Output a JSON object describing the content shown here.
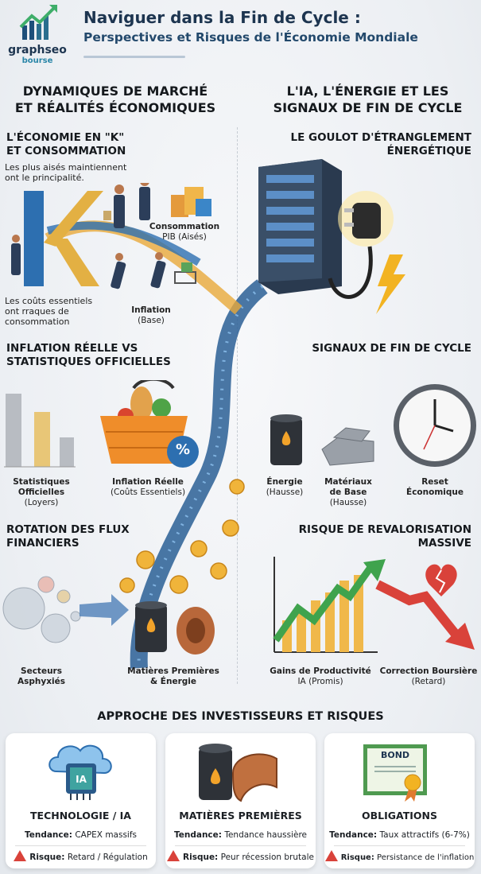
{
  "header": {
    "logo": {
      "name": "graphseo",
      "sub": "bourse"
    },
    "title": "Naviguer dans la Fin de Cycle :",
    "subtitle": "Perspectives et Risques de l'Économie Mondiale"
  },
  "left": {
    "heading": [
      "DYNAMIQUES DE MARCHÉ",
      "ET RÉALITÉS ÉCONOMIQUES"
    ],
    "k_economy": {
      "title": [
        "L'ÉCONOMIE EN \"K\"",
        "ET CONSOMMATION"
      ],
      "desc": [
        "Les plus aisés maintiennent",
        "ont le principalité."
      ],
      "top_label": {
        "bold": "Consommation",
        "rest": "PIB (Aisés)"
      },
      "bottom_desc": [
        "Les coûts essentiels",
        "ont rraques de",
        "consommation"
      ],
      "bottom_label": {
        "bold": "Inflation",
        "rest": "(Base)"
      }
    },
    "inflation": {
      "title": [
        "INFLATION RÉELLE VS",
        "STATISTIQUES OFFICIELLES"
      ],
      "labels": [
        {
          "bold": "Statistiques",
          "bold2": "Officielles",
          "rest": "(Loyers)"
        },
        {
          "bold": "Inflation Réelle",
          "rest": "(Coûts Essentiels)"
        }
      ],
      "basket_badge": "%"
    },
    "rotation": {
      "title": [
        "ROTATION DES FLUX",
        "FINANCIERS"
      ],
      "labels": [
        {
          "bold": "Secteurs",
          "bold2": "Asphyxiés"
        },
        {
          "bold": "Matières Premières",
          "bold2": "& Énergie"
        }
      ]
    }
  },
  "right": {
    "heading": [
      "L'IA, L'ÉNERGIE ET LES",
      "SIGNAUX DE FIN DE CYCLE"
    ],
    "energy": {
      "title": [
        "LE GOULOT D'ÉTRANGLEMENT",
        "ÉNERGÉTIQUE"
      ]
    },
    "signals": {
      "title": "SIGNAUX DE FIN DE CYCLE",
      "labels": [
        {
          "bold": "Énergie",
          "rest": "(Hausse)"
        },
        {
          "bold": "Matériaux",
          "bold2": "de Base",
          "rest": "(Hausse)"
        },
        {
          "bold": "Reset",
          "bold2": "Économique"
        }
      ]
    },
    "revaluation": {
      "title": [
        "RISQUE DE REVALORISATION",
        "MASSIVE"
      ],
      "labels": [
        {
          "bold": "Gains de Productivité",
          "rest": "IA (Promis)"
        },
        {
          "bold": "Correction Boursière",
          "rest": "(Retard)"
        }
      ]
    }
  },
  "approach": {
    "title": "APPROCHE DES INVESTISSEURS ET RISQUES",
    "tend_label": "Tendance:",
    "risk_label": "Risque:",
    "cards": [
      {
        "title": "TECHNOLOGIE / IA",
        "chip": "IA",
        "tendance": "CAPEX massifs",
        "risque": "Retard / Régulation"
      },
      {
        "title": "MATIÈRES PREMIÈRES",
        "tendance": "Tendance haussière",
        "risque": "Peur récession brutale"
      },
      {
        "title": "OBLIGATIONS",
        "cert": "BOND",
        "tendance": "Taux attractifs (6-7%)",
        "risque": "Persistance de l'inflation"
      }
    ]
  },
  "colors": {
    "navy": "#1d3550",
    "gold": "#e8a93a",
    "blue": "#2d6fb0",
    "red": "#d9423a",
    "green": "#3fa34d"
  }
}
